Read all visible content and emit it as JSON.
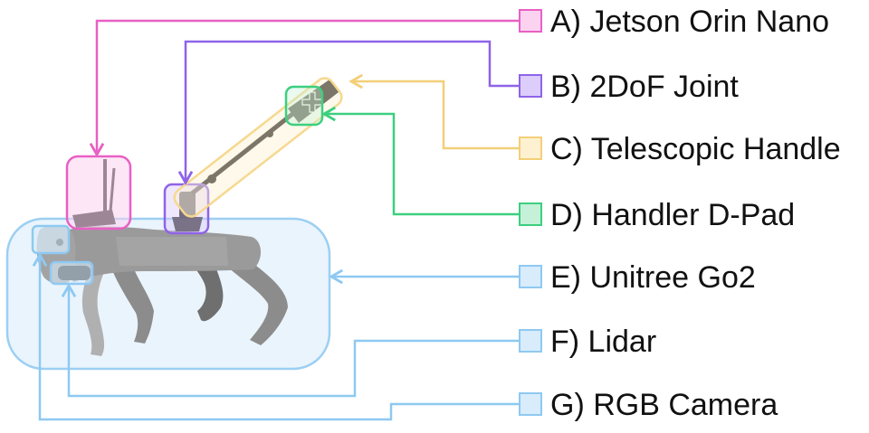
{
  "legend": {
    "items": [
      {
        "id": "A",
        "label": "A) Jetson Orin Nano",
        "color": "#e860c4",
        "fill": "#fbd3f0"
      },
      {
        "id": "B",
        "label": "B) 2DoF Joint",
        "color": "#8f63e8",
        "fill": "#dccdfa"
      },
      {
        "id": "C",
        "label": "C) Telescopic Handle",
        "color": "#f6d98f",
        "fill": "#fdf1d2"
      },
      {
        "id": "D",
        "label": "D) Handler D-Pad",
        "color": "#3ccf7f",
        "fill": "#c4f1d8"
      },
      {
        "id": "E",
        "label": "E) Unitree Go2",
        "color": "#8ec9f2",
        "fill": "#d8ecfb"
      },
      {
        "id": "F",
        "label": "F) Lidar",
        "color": "#8ec9f2",
        "fill": "#d8ecfb"
      },
      {
        "id": "G",
        "label": "G) RGB Camera",
        "color": "#8ec9f2",
        "fill": "#d8ecfb"
      }
    ]
  },
  "figure": {
    "robot_body_color": "#9a9a9a",
    "robot_dark_color": "#3a3a3a",
    "handle_color": "#111111"
  }
}
